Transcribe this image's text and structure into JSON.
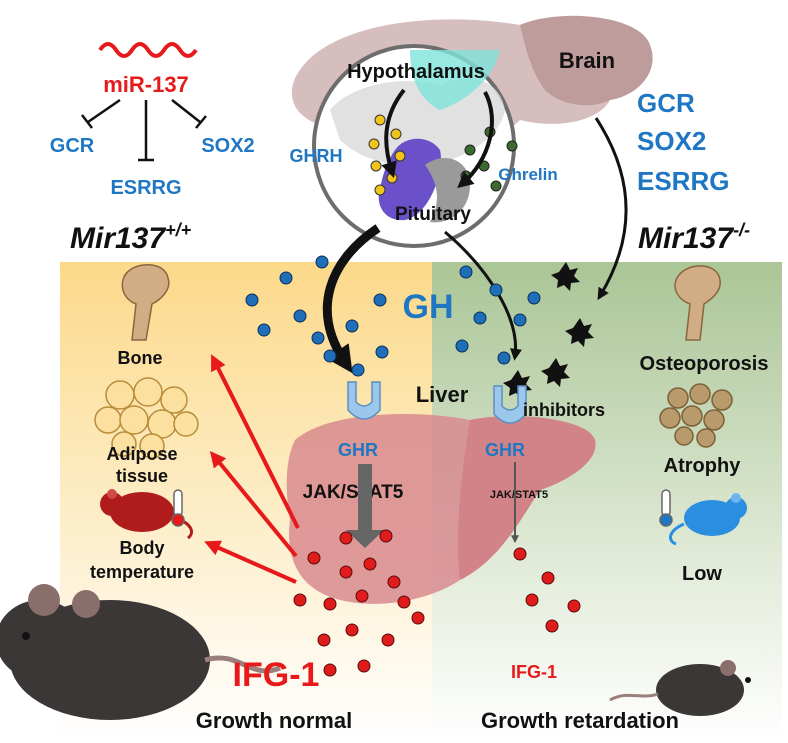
{
  "mirna": {
    "name": "miR-137",
    "targets": [
      "GCR",
      "ESRRG",
      "SOX2"
    ]
  },
  "brain": {
    "brain_label": "Brain",
    "hypothalamus": "Hypothalamus",
    "pituitary": "Pituitary",
    "ghrh": "GHRH",
    "ghrelin": "Ghrelin",
    "brain_targets": [
      "GCR",
      "SOX2",
      "ESRRG"
    ]
  },
  "left_panel": {
    "genotype": "Mir137",
    "genotype_sup": "+/+",
    "bone": "Bone",
    "adipose": [
      "Adipose",
      "tissue"
    ],
    "body_temp": [
      "Body",
      "temperature"
    ],
    "igf": "IFG-1",
    "outcome": "Growth normal"
  },
  "center": {
    "gh": "GH",
    "liver": "Liver",
    "ghr_left": "GHR",
    "ghr_right": "GHR",
    "jak_left": "JAK/STAT5",
    "jak_right": "JAK/STAT5",
    "inhibitors": "inhibitors"
  },
  "right_panel": {
    "genotype": "Mir137",
    "genotype_sup": "-/-",
    "osteoporosis": "Osteoporosis",
    "atrophy": "Atrophy",
    "low": "Low",
    "igf": "IFG-1",
    "outcome": "Growth retardation"
  },
  "colors": {
    "mirna_red": "#e8191a",
    "target_blue": "#1f77c4",
    "arrow_red": "#e8191a",
    "left_panel": "#fde3a6",
    "right_panel": "#c9d9b8",
    "liver": "#d88a8e",
    "gh_dot": "#1f6fb8",
    "igf_dot": "#e01b1b"
  }
}
